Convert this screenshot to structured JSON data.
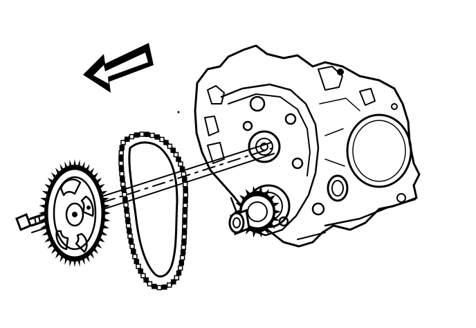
{
  "figure": {
    "ink_color": "#000000",
    "paper_color": "#ffffff",
    "direction_arrow": "left-arrow-icon",
    "components": [
      "engine-block",
      "timing-chain",
      "camshaft-sprocket",
      "crankshaft-sprocket",
      "sprocket-bolt",
      "assembly-axis"
    ]
  }
}
